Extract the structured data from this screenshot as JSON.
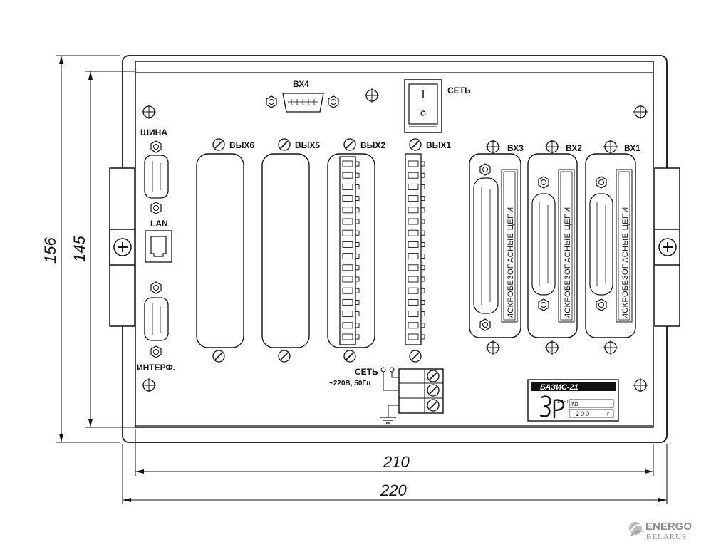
{
  "dimensions": {
    "outer_height": "156",
    "inner_height": "145",
    "inner_width": "210",
    "outer_width": "220"
  },
  "labels": {
    "vx4": "ВХ4",
    "power_switch": "СЕТЬ",
    "shina": "ШИНА",
    "lan": "LAN",
    "interf": "ИНТЕРФ.",
    "vyh6": "ВЫХ6",
    "vyh5": "ВЫХ5",
    "vyh2": "ВЫХ2",
    "vyh1": "ВЫХ1",
    "vx3": "ВХ3",
    "vx2": "ВХ2",
    "vx1": "ВХ1",
    "safe_circuits": "ИСКРОБЕЗОПАСНЫЕ ЦЕПИ",
    "mains": "СЕТЬ",
    "mains_spec": "~220В, 50Гц"
  },
  "nameplate": {
    "title": "БАЗИС-21",
    "number_label": "№",
    "soft": "SOFT",
    "year_prefix": "200",
    "year_suffix": "г"
  },
  "watermark": {
    "line1": "ENERGO",
    "line2": "BELARUS"
  }
}
